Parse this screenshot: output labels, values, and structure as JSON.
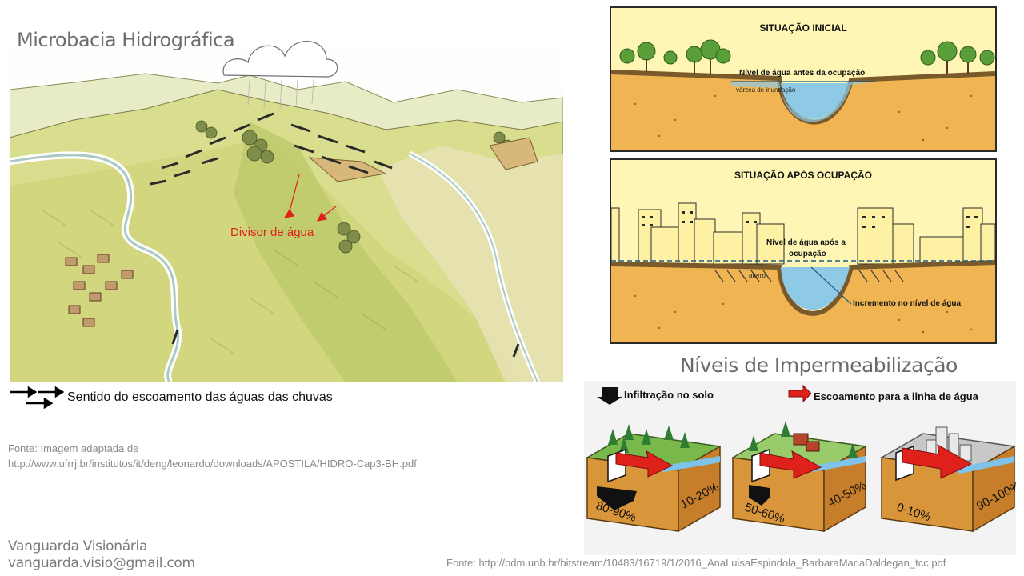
{
  "left": {
    "title": "Microbacia Hidrográfica",
    "divisor_label": "Divisor de água",
    "legend_text": "Sentido do escoamento das águas das chuvas",
    "source_line1": "Fonte: Imagem adaptada de",
    "source_line2": "http://www.ufrrj.br/institutos/it/deng/leonardo/downloads/APOSTILA/HIDRO-Cap3-BH.pdf"
  },
  "brand": {
    "name": "Vanguarda Visionária",
    "email": "vanguarda.visio@gmail.com"
  },
  "panel_initial": {
    "title": "SITUAÇÃO INICIAL",
    "water_label": "Nível de água antes da ocupação",
    "floodplain_label": "várzea de inundação"
  },
  "panel_after": {
    "title": "SITUAÇÃO APÓS OCUPAÇÃO",
    "water_label_1": "Nível de água após a",
    "water_label_2": "ocupação",
    "fill_label": "aterro",
    "increase_label": "Incremento no nível de água"
  },
  "impermeabilization": {
    "title": "Níveis de Impermeabilização",
    "legend_infiltration": "Infiltração no solo",
    "legend_runoff": "Escoamento para a linha de água",
    "blocks": [
      {
        "infiltration": "80-90%",
        "runoff": "10-20%"
      },
      {
        "infiltration": "50-60%",
        "runoff": "40-50%"
      },
      {
        "infiltration": "0-10%",
        "runoff": "90-100%"
      }
    ],
    "source": "Fonte: http://bdm.unb.br/bitstream/10483/16719/1/2016_AnaLuisaEspindola_BarbaraMariaDaldegan_tcc.pdf"
  },
  "colors": {
    "accent_red": "#e0201b",
    "water": "#8ec9e6",
    "soil": "#f0b552",
    "panel_bg": "#fff6b5"
  }
}
